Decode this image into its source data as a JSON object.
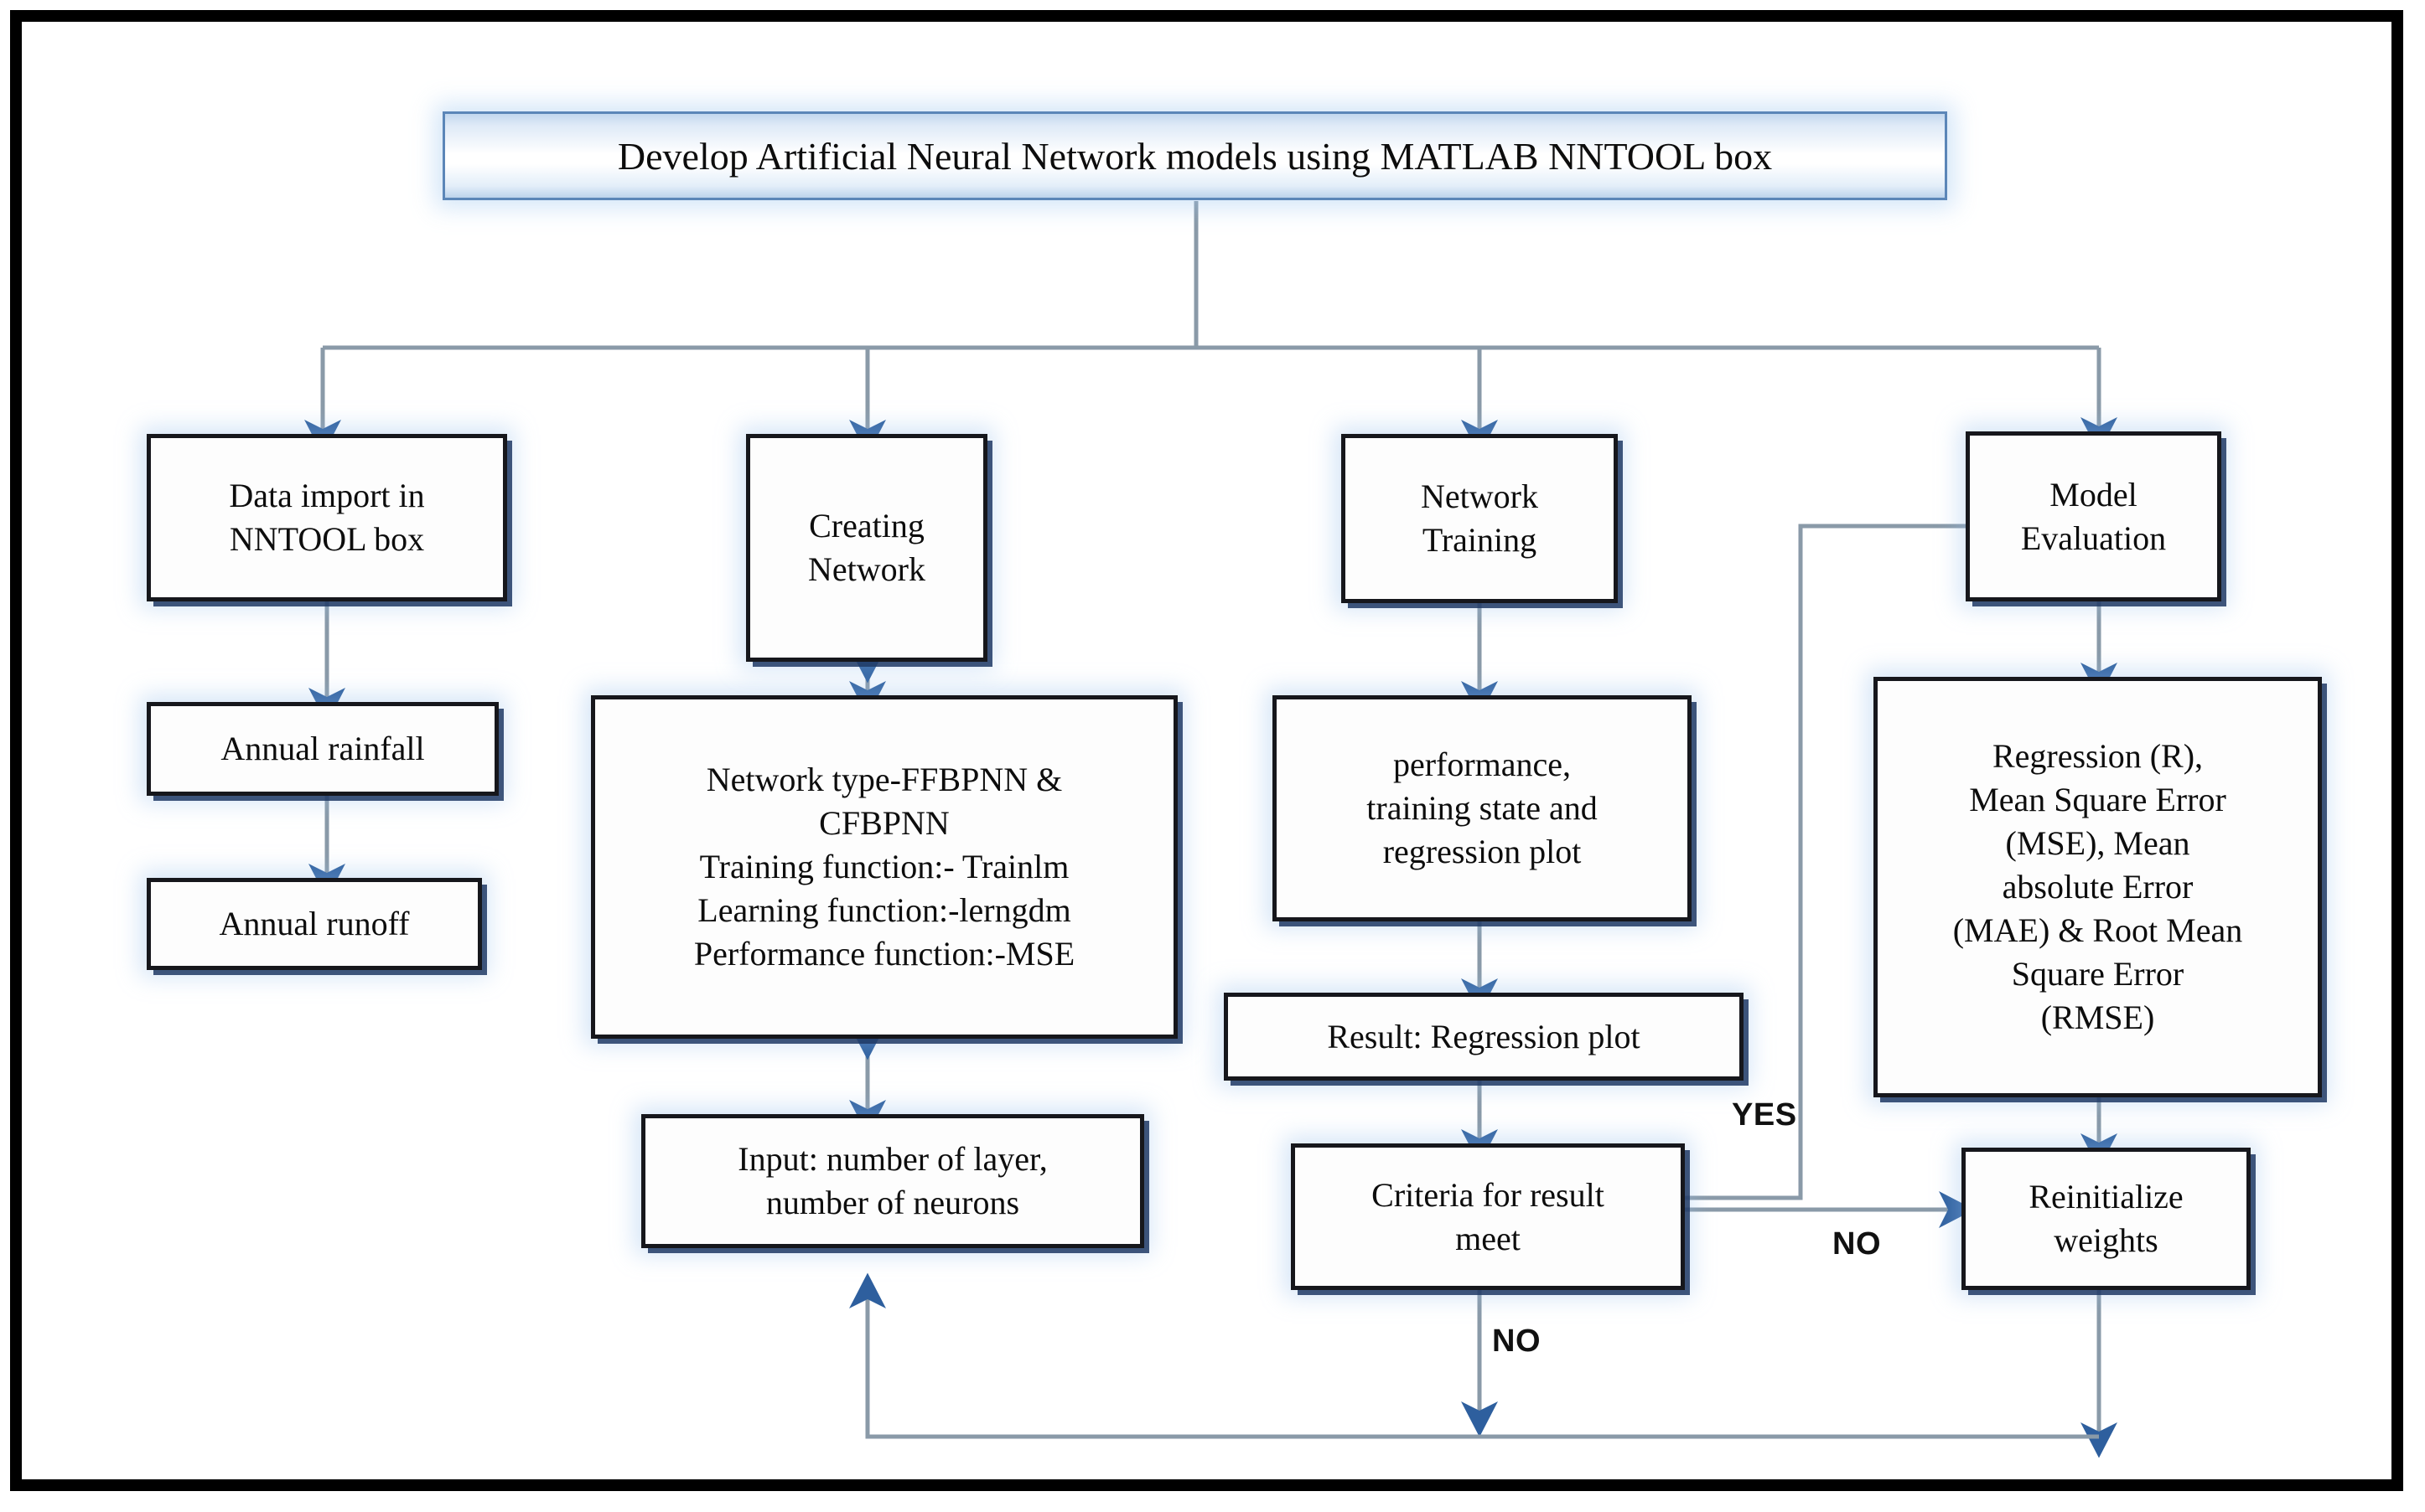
{
  "diagram": {
    "title": "Develop Artificial Neural Network models using MATLAB NNTOOL box",
    "nodes": {
      "root": "Develop Artificial Neural Network models using MATLAB NNTOOL box",
      "data_import": "Data import in\nNNTOOL box",
      "annual_rainfall": "Annual rainfall",
      "annual_runoff": "Annual runoff",
      "creating_network": "Creating\nNetwork",
      "network_config": "Network type-FFBPNN &\nCFBPNN\nTraining function:- Trainlm\nLearning function:-lerngdm\nPerformance function:-MSE",
      "network_input": "Input: number of layer,\nnumber of neurons",
      "network_training": "Network\nTraining",
      "training_outputs": "performance,\ntraining state and\nregression plot",
      "result_plot": "Result: Regression plot",
      "criteria": "Criteria for result\nmeet",
      "model_evaluation": "Model\nEvaluation",
      "metrics": "Regression (R),\nMean Square Error\n(MSE), Mean\nabsolute Error\n(MAE) & Root Mean\nSquare Error\n(RMSE)",
      "reinitialize": "Reinitialize\nweights"
    },
    "edge_labels": {
      "yes": "YES",
      "no_right": "NO",
      "no_bottom": "NO"
    },
    "colors": {
      "frame_border": "#000000",
      "node_border": "#16171c",
      "node_fill": "#fdfdfd",
      "title_border": "#5b86b8",
      "title_fill_accent": "#c2d7ee",
      "connector": "#8a9aa8",
      "arrowhead": "#2e5f9e",
      "shadow": "#1f3864"
    }
  }
}
